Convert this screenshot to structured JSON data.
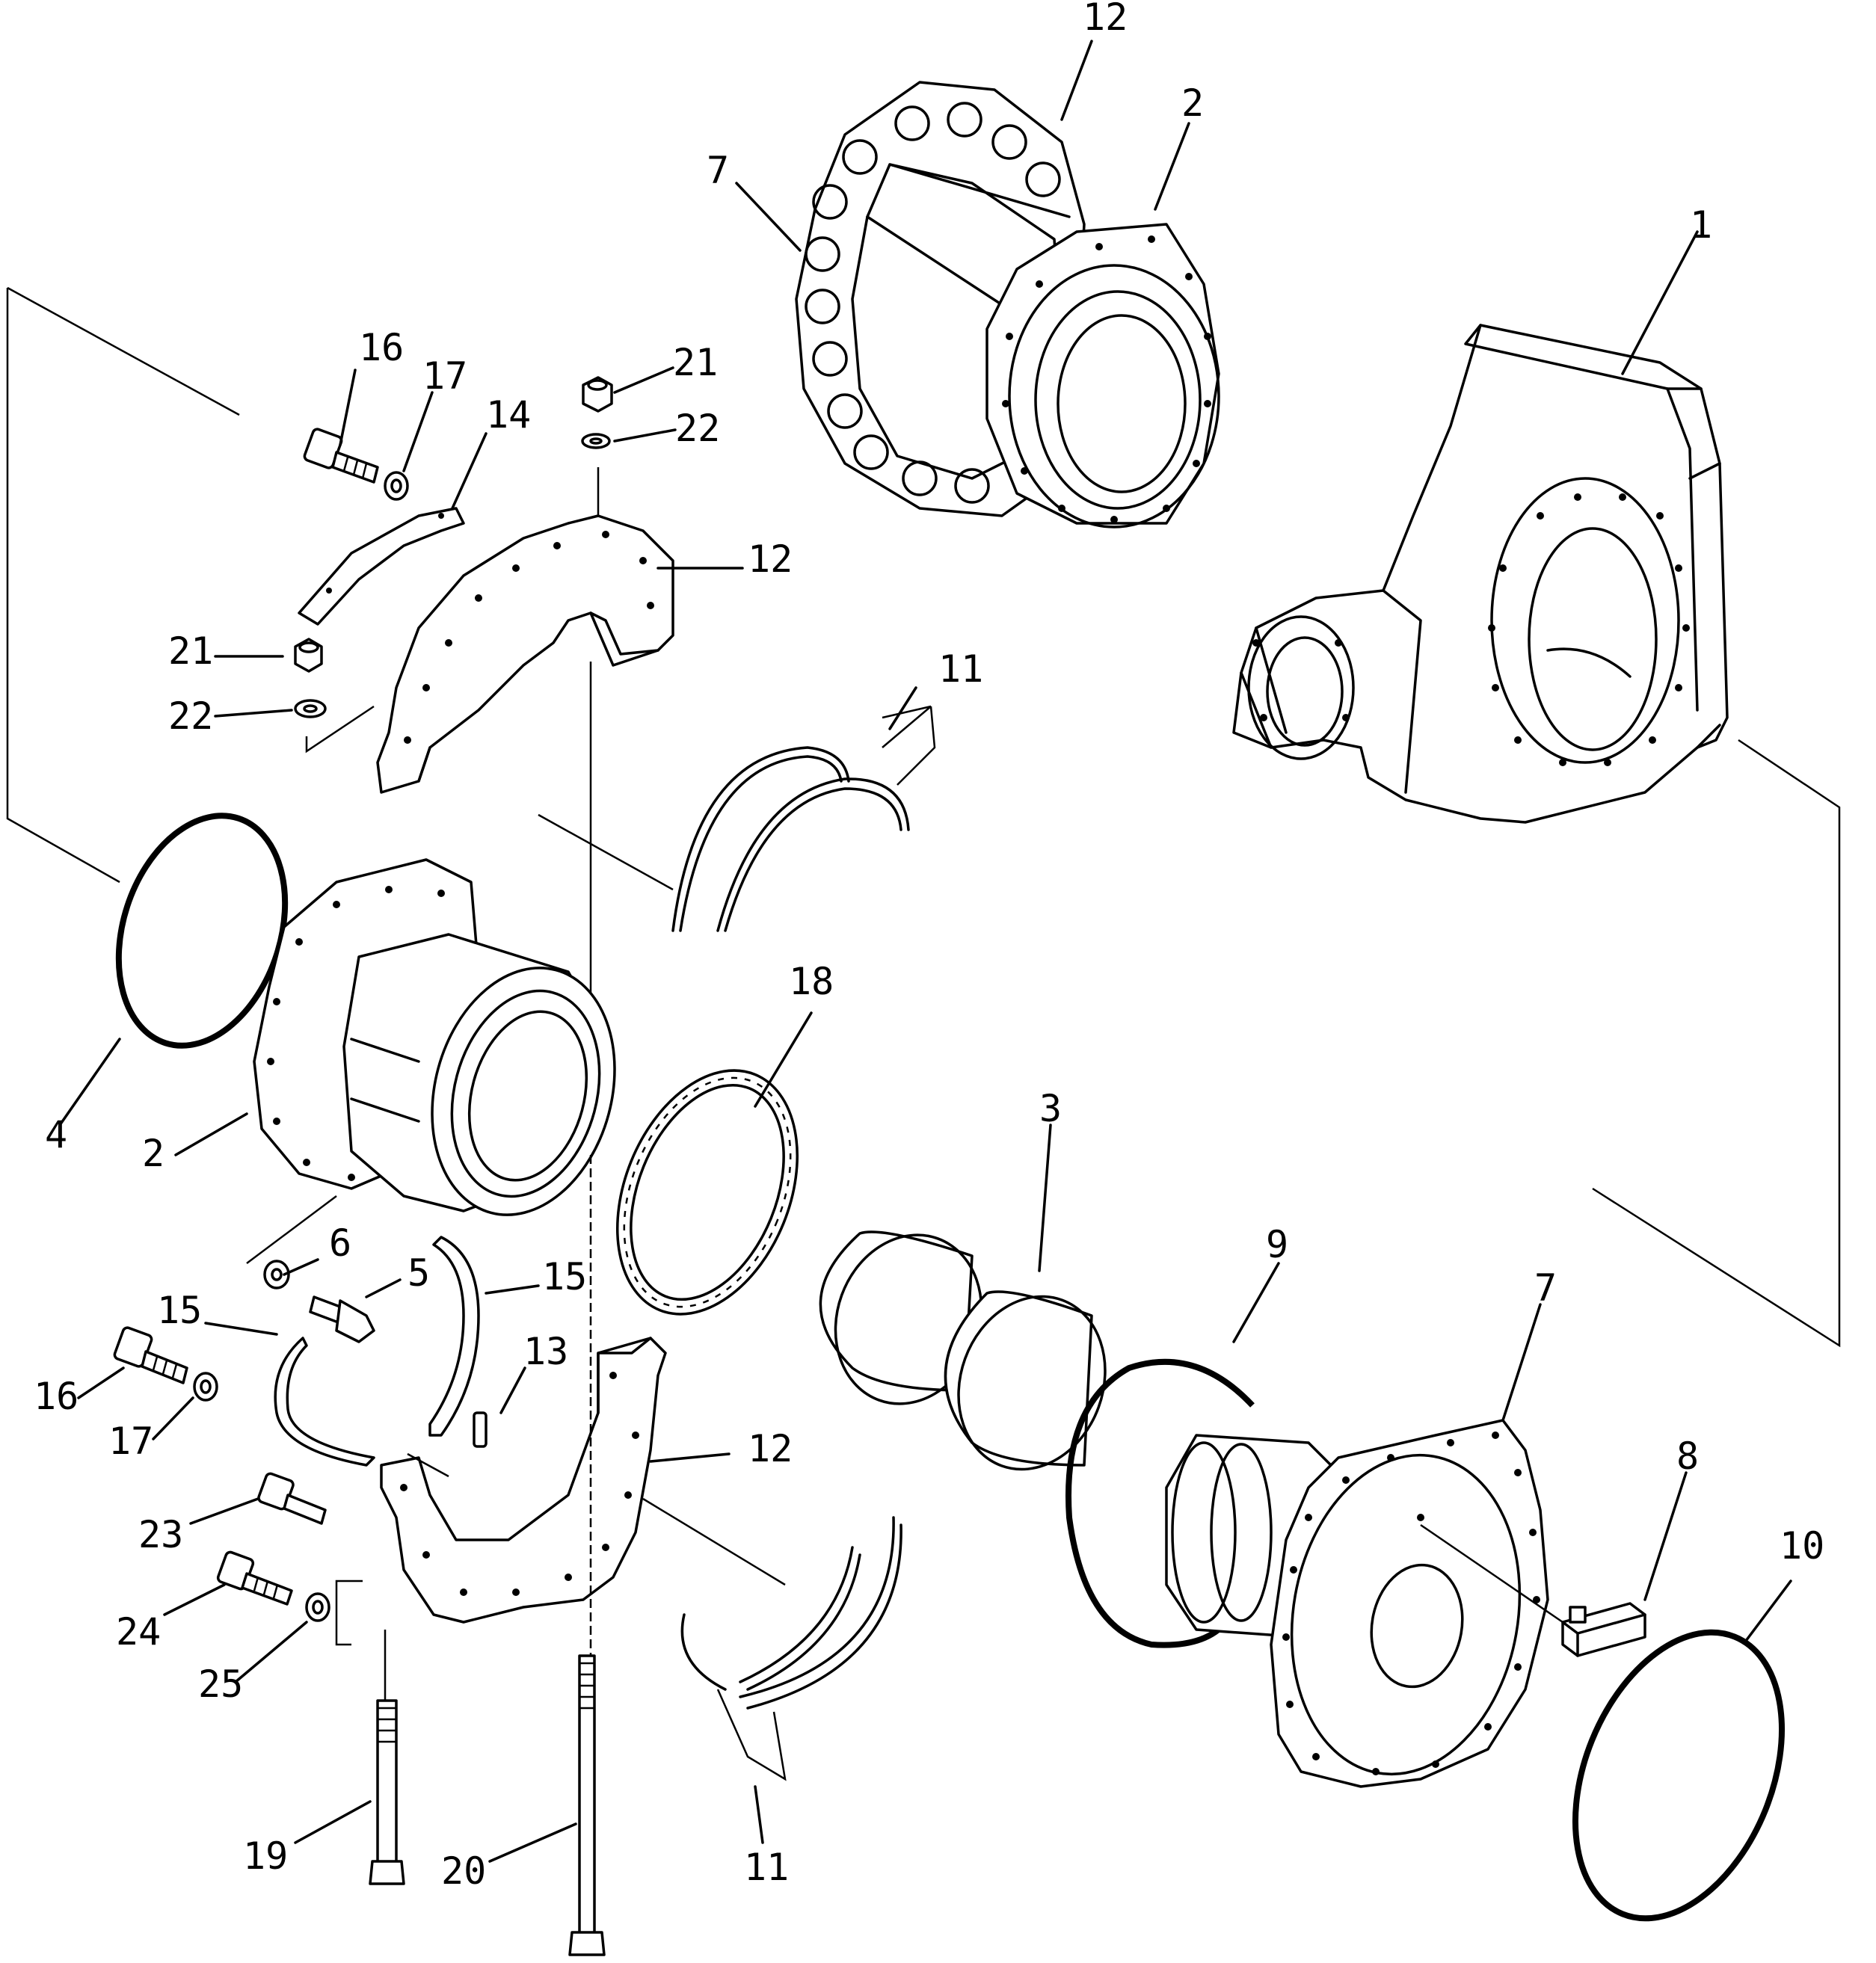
{
  "callouts": {
    "c1": "1",
    "c2_top": "2",
    "c2_left": "2",
    "c3": "3",
    "c4": "4",
    "c5": "5",
    "c6": "6",
    "c7_top": "7",
    "c7_right": "7",
    "c8": "8",
    "c9": "9",
    "c10": "10",
    "c11_top": "11",
    "c11_bottom": "11",
    "c12_top": "12",
    "c12_mid": "12",
    "c12_low": "12",
    "c13": "13",
    "c14": "14",
    "c15_left": "15",
    "c15_right": "15",
    "c16_top": "16",
    "c16_low": "16",
    "c17_top": "17",
    "c17_low": "17",
    "c18": "18",
    "c19": "19",
    "c20": "20",
    "c21_top": "21",
    "c21_left": "21",
    "c22_top": "22",
    "c22_left": "22",
    "c23": "23",
    "c24": "24",
    "c25": "25"
  }
}
